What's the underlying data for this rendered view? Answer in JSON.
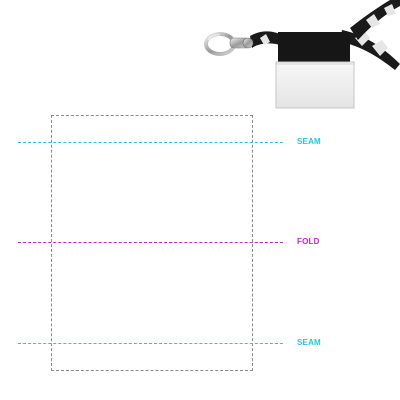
{
  "guides": {
    "seam_top": {
      "label": "SEAM",
      "color": "#29c4e3"
    },
    "fold": {
      "label": "FOLD",
      "color": "#c321d6"
    },
    "seam_bottom": {
      "label": "SEAM",
      "color": "#29c4e3"
    }
  },
  "outline_color": "#8a8a8a",
  "illustration": {
    "strap_dark": "#1a1a1a",
    "strap_light": "#e6e6e6",
    "hook": "metal-lobster-claw-hook",
    "pouch": "white-card-sleeve"
  }
}
